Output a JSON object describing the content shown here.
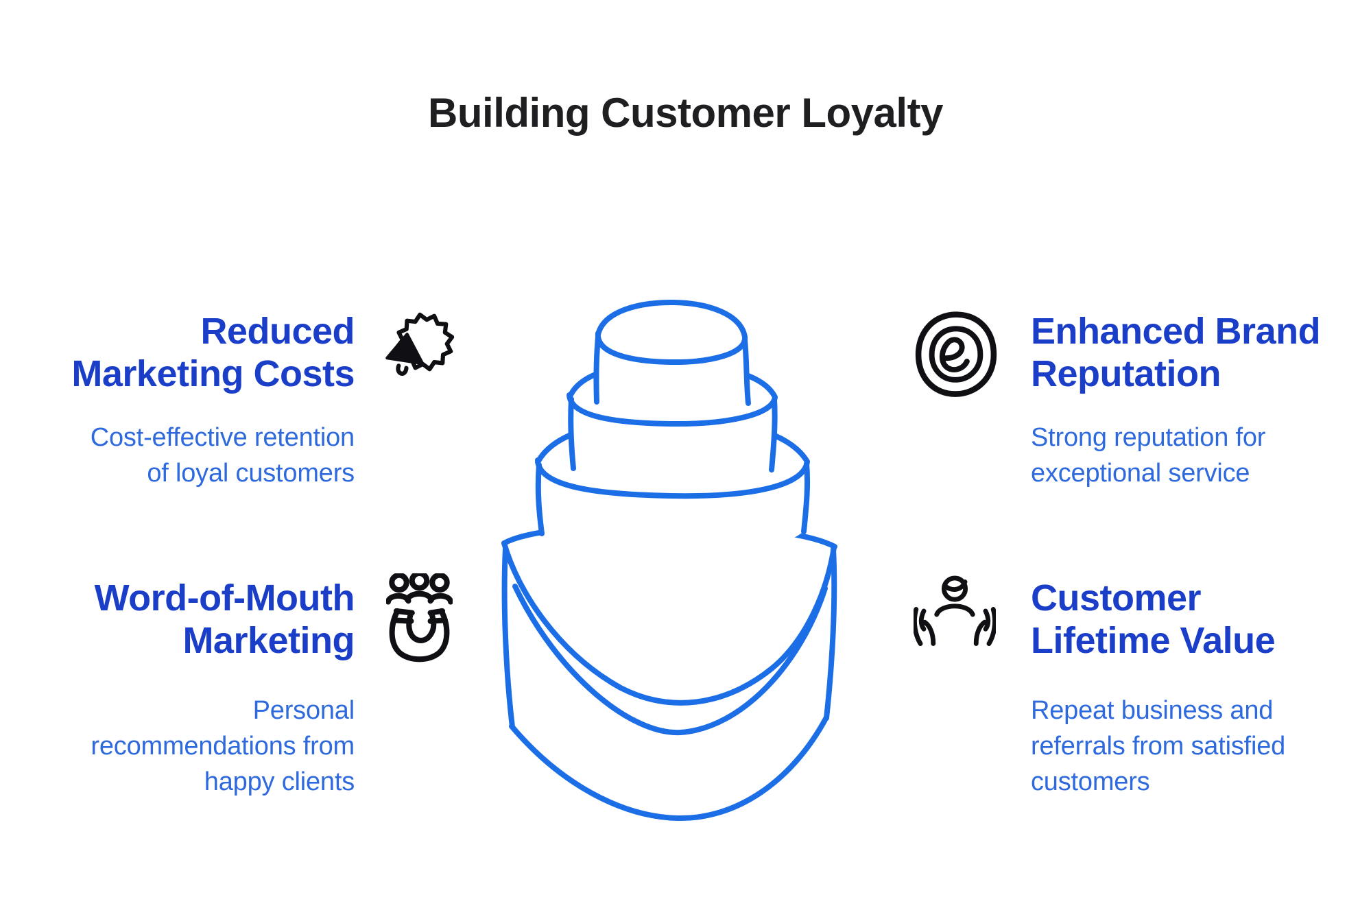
{
  "title": "Building Customer Loyalty",
  "illustration": {
    "name": "four-tier-cake-sketch",
    "stroke_color": "#1c6ee6"
  },
  "colors": {
    "background": "#ffffff",
    "title_text": "#1f1f22",
    "heading_text": "#1a3ec8",
    "body_text": "#2e6ade",
    "cake_stroke": "#1c6ee6",
    "icon_stroke": "#101014"
  },
  "sections": [
    {
      "id": "reduced-marketing-costs",
      "icon": "megaphone-burst-icon",
      "heading": "Reduced\nMarketing Costs",
      "description": "Cost-effective retention\nof loyal customers"
    },
    {
      "id": "enhanced-brand-reputation",
      "icon": "emblem-e-icon",
      "heading": "Enhanced Brand\nReputation",
      "description": "Strong reputation for\nexceptional service"
    },
    {
      "id": "word-of-mouth-marketing",
      "icon": "people-magnet-icon",
      "heading": "Word-of-Mouth\nMarketing",
      "description": "Personal\nrecommendations from\nhappy clients"
    },
    {
      "id": "customer-lifetime-value",
      "icon": "person-cupped-hands-icon",
      "heading": "Customer\nLifetime Value",
      "description": "Repeat business and\nreferrals from satisfied\ncustomers"
    }
  ]
}
